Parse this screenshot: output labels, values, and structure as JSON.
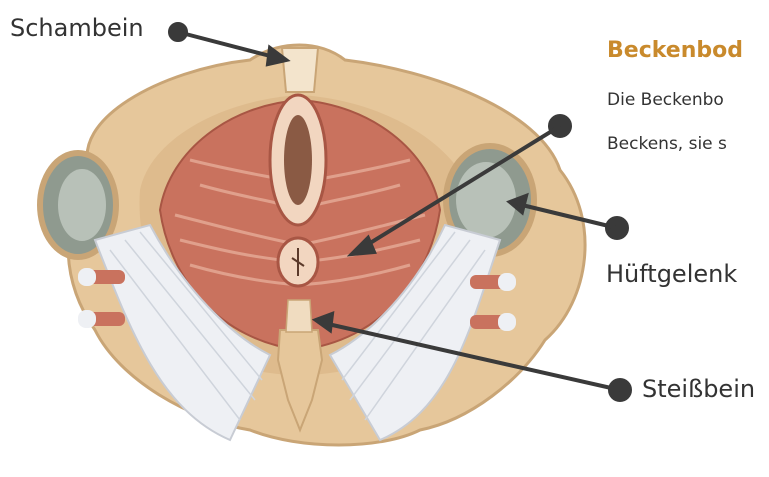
{
  "colors": {
    "accent": "#c98a2c",
    "bone": "#e6c79b",
    "bone_dark": "#c9a576",
    "muscle": "#c9725e",
    "muscle_light": "#e0a08c",
    "ligament": "#eef0f4",
    "cartilage": "#8f9a8f",
    "pointer": "#3a3a3a"
  },
  "labels": {
    "pubic_bone": "Schambein",
    "hip_joint": "Hüftgelenk",
    "coccyx": "Steißbein"
  },
  "info": {
    "title": "Beckenbod",
    "line1": "Die Beckenbo",
    "line2": "Beckens, sie s"
  }
}
